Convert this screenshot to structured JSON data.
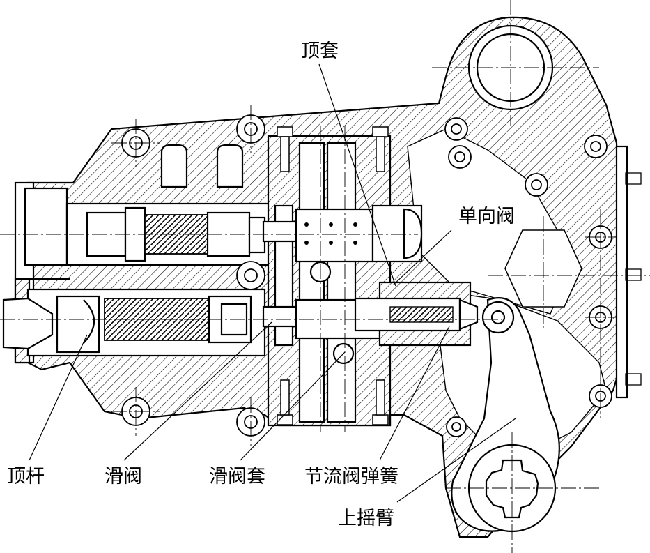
{
  "labels": {
    "top_sleeve": "顶套",
    "check_valve": "单向阀",
    "push_rod": "顶杆",
    "slide_valve": "滑阀",
    "slide_valve_sleeve": "滑阀套",
    "throttle_valve_spring": "节流阀弹簧",
    "upper_rocker_arm": "上摇臂"
  }
}
